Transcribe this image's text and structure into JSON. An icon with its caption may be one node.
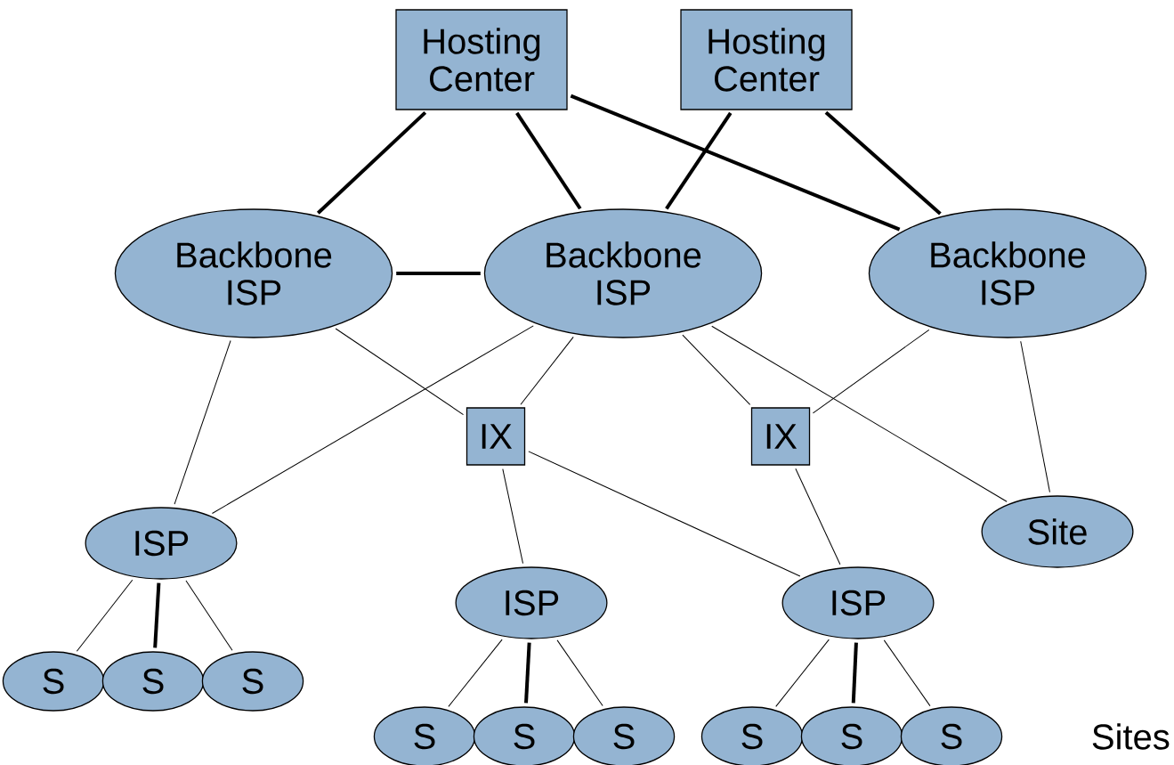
{
  "diagram": {
    "nodes": [
      {
        "text": [
          "Hosting Center"
        ]
      },
      {
        "text": [
          "Hosting Center"
        ]
      },
      {
        "text": [
          "Backbone ISP"
        ]
      },
      {
        "text": [
          "Backbone ISP"
        ]
      },
      {
        "text": [
          "Backbone ISP"
        ]
      },
      {
        "text": [
          "IX"
        ]
      },
      {
        "text": [
          "IX"
        ]
      },
      {
        "text": [
          "ISP"
        ]
      },
      {
        "text": [
          "ISP"
        ]
      },
      {
        "text": [
          "ISP"
        ]
      },
      {
        "text": [
          "Site"
        ]
      },
      {
        "text": [
          "S"
        ]
      },
      {
        "text": [
          "S"
        ]
      },
      {
        "text": [
          "S"
        ]
      },
      {
        "text": [
          "S"
        ]
      },
      {
        "text": [
          "S"
        ]
      },
      {
        "text": [
          "S"
        ]
      },
      {
        "text": [
          "S"
        ]
      },
      {
        "text": [
          "S"
        ]
      },
      {
        "text": [
          "S"
        ]
      }
    ],
    "edges": [
      {
        "from": 0,
        "to": 2,
        "arrow": "none",
        "style": "thick"
      },
      {
        "from": 0,
        "to": 3,
        "arrow": "none",
        "style": "thick"
      },
      {
        "from": 0,
        "to": 4,
        "arrow": "none",
        "style": "thick"
      },
      {
        "from": 1,
        "to": 3,
        "arrow": "none",
        "style": "thick"
      },
      {
        "from": 1,
        "to": 4,
        "arrow": "none",
        "style": "thick"
      },
      {
        "from": 2,
        "to": 3,
        "arrow": "none",
        "style": "thick"
      },
      {
        "from": 2,
        "to": 7,
        "arrow": "none"
      },
      {
        "from": 3,
        "to": 7,
        "arrow": "none"
      },
      {
        "from": 2,
        "to": 5,
        "arrow": "none"
      },
      {
        "from": 3,
        "to": 5,
        "arrow": "none"
      },
      {
        "from": 3,
        "to": 6,
        "arrow": "none"
      },
      {
        "from": 4,
        "to": 6,
        "arrow": "none"
      },
      {
        "from": 3,
        "to": 10,
        "arrow": "none"
      },
      {
        "from": 4,
        "to": 10,
        "arrow": "none"
      },
      {
        "from": 5,
        "to": 8,
        "arrow": "none"
      },
      {
        "from": 5,
        "to": 9,
        "arrow": "none"
      },
      {
        "from": 6,
        "to": 9,
        "arrow": "none"
      },
      {
        "from": 7,
        "to": 11,
        "arrow": "none"
      },
      {
        "from": 7,
        "to": 12,
        "arrow": "none",
        "style": "thick"
      },
      {
        "from": 7,
        "to": 13,
        "arrow": "none"
      },
      {
        "from": 8,
        "to": 14,
        "arrow": "none"
      },
      {
        "from": 8,
        "to": 15,
        "arrow": "none",
        "style": "thick"
      },
      {
        "from": 8,
        "to": 16,
        "arrow": "none"
      },
      {
        "from": 9,
        "to": 17,
        "arrow": "none"
      },
      {
        "from": 9,
        "to": 18,
        "arrow": "none",
        "style": "thick"
      },
      {
        "from": 9,
        "to": 19,
        "arrow": "none"
      }
    ],
    "labels": [
      "Sites"
    ]
  }
}
